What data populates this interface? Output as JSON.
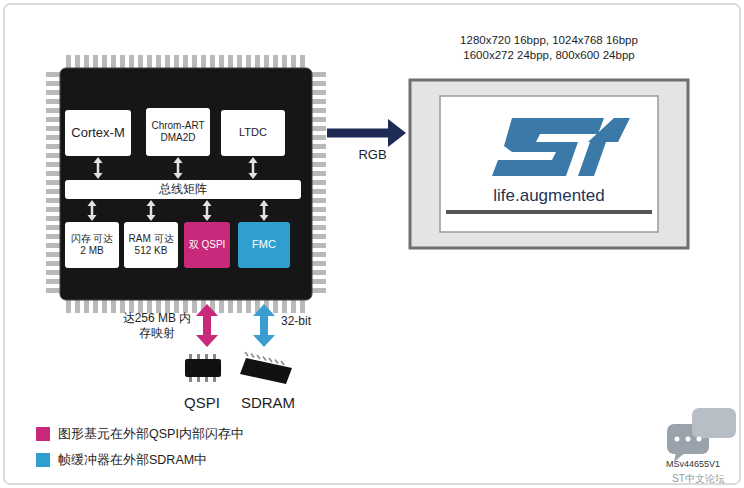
{
  "diagram": {
    "nodes": [
      {
        "text": [
          "Cortex-M"
        ]
      },
      {
        "text": [
          "Chrom-ART DMA2D"
        ]
      },
      {
        "text": [
          "LTDC"
        ]
      },
      {
        "text": [
          "总线矩阵"
        ]
      },
      {
        "text": [
          "闪存 可达 2 MB"
        ]
      },
      {
        "text": [
          "RAM 可达 512 KB"
        ]
      },
      {
        "text": [
          "双 QSPI"
        ]
      },
      {
        "text": [
          "FMC"
        ]
      },
      {
        "text": [
          "1280x720 16bpp, 1024x768 16bpp 1600x272 24bpp, 800x600 24bpp",
          "life.augmented"
        ]
      },
      {
        "text": [
          "QSPI"
        ]
      },
      {
        "text": [
          "SDRAM"
        ]
      }
    ],
    "edges": [
      {
        "from": 2,
        "to": 8,
        "arrow": "to",
        "label": "RGB"
      },
      {
        "from": 0,
        "to": 3,
        "arrow": "both"
      },
      {
        "from": 1,
        "to": 3,
        "arrow": "both"
      },
      {
        "from": 2,
        "to": 3,
        "arrow": "both"
      },
      {
        "from": 3,
        "to": 4,
        "arrow": "both"
      },
      {
        "from": 3,
        "to": 5,
        "arrow": "both"
      },
      {
        "from": 3,
        "to": 6,
        "arrow": "both"
      },
      {
        "from": 3,
        "to": 7,
        "arrow": "both"
      },
      {
        "from": 6,
        "to": 9,
        "arrow": "both",
        "label": "达256 MB 内存映射"
      },
      {
        "from": 7,
        "to": 10,
        "arrow": "both",
        "label": "32-bit"
      }
    ],
    "labels": [
      "MSv44655V1",
      "ST中文论坛"
    ],
    "legend": [
      {
        "text": "图形基元在外部QSPI内部闪存中",
        "color": "#c8297a"
      },
      {
        "text": "帧缓冲器在外部SDRAM中",
        "color": "#2f9fcf"
      }
    ]
  }
}
